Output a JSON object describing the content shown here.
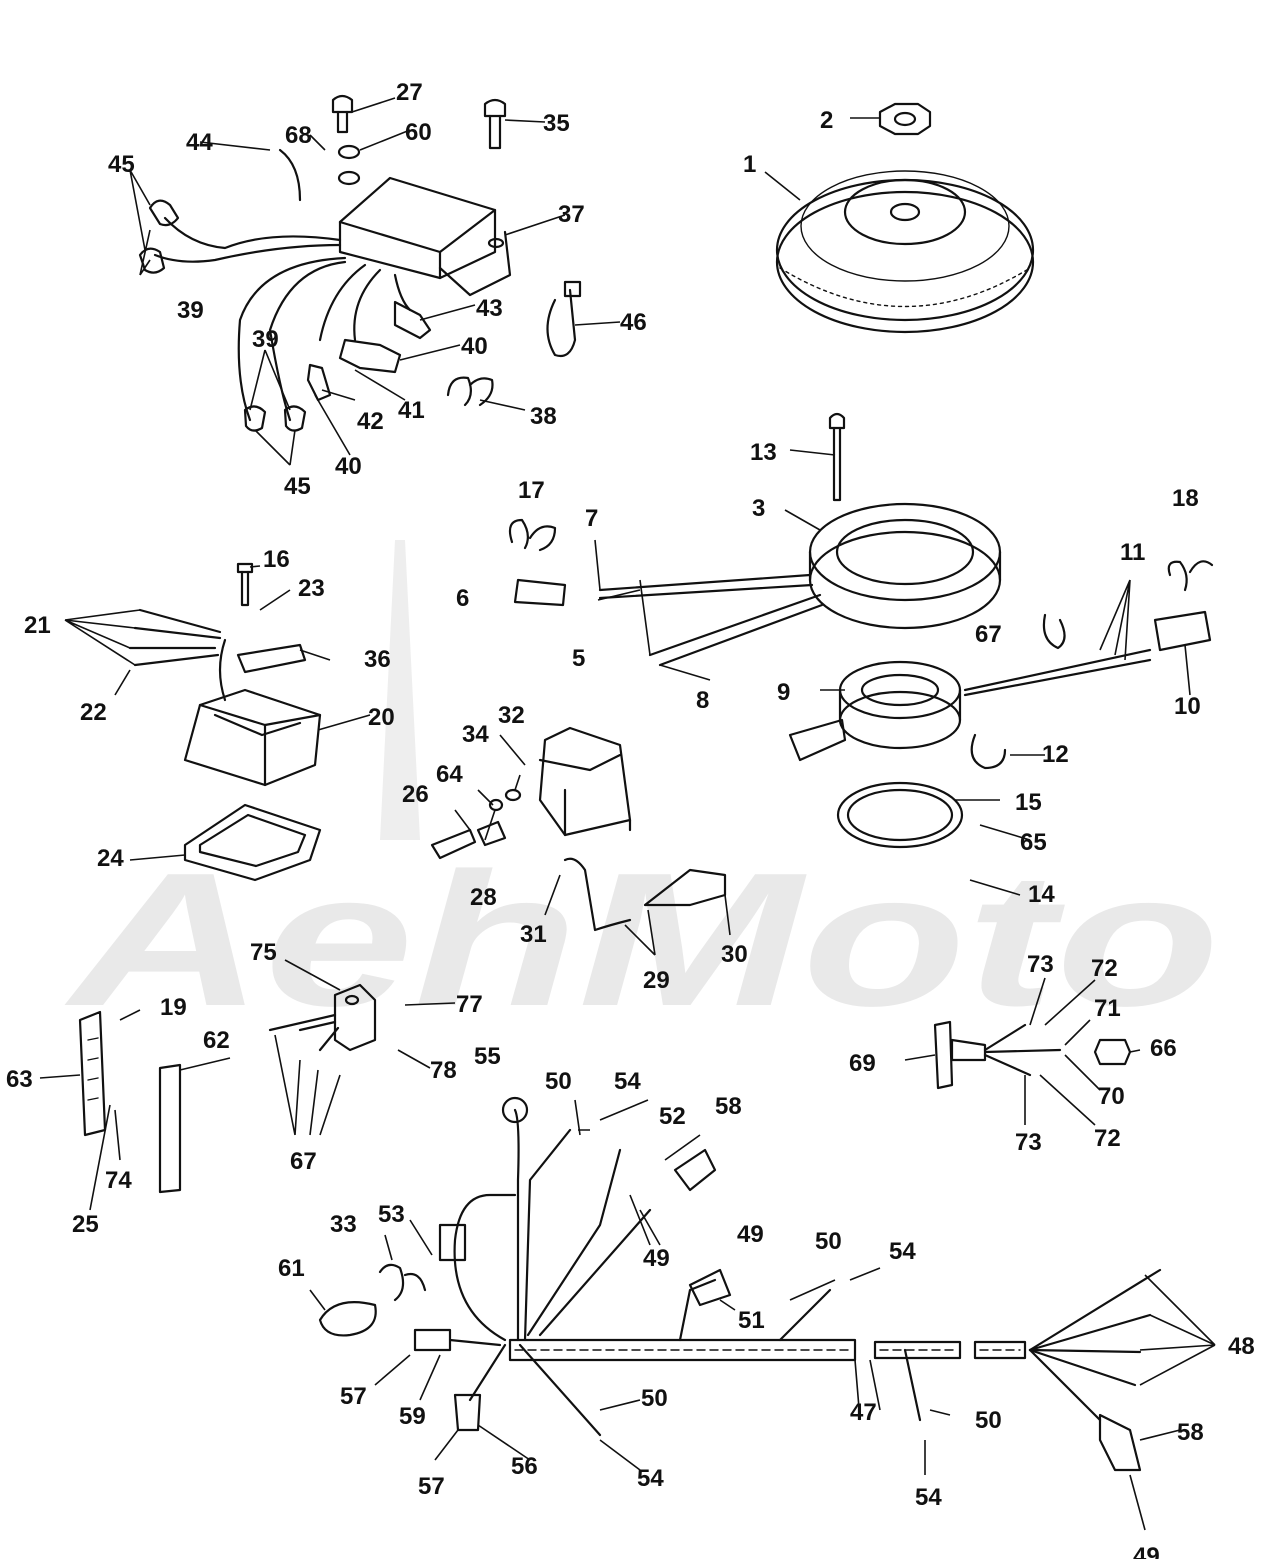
{
  "watermark": "AehMoto",
  "callouts": [
    {
      "id": "c1",
      "text": "1"
    },
    {
      "id": "c2",
      "text": "2"
    },
    {
      "id": "c3",
      "text": "3"
    },
    {
      "id": "c5",
      "text": "5"
    },
    {
      "id": "c6",
      "text": "6"
    },
    {
      "id": "c7",
      "text": "7"
    },
    {
      "id": "c8",
      "text": "8"
    },
    {
      "id": "c9",
      "text": "9"
    },
    {
      "id": "c10",
      "text": "10"
    },
    {
      "id": "c11",
      "text": "11"
    },
    {
      "id": "c12",
      "text": "12"
    },
    {
      "id": "c13",
      "text": "13"
    },
    {
      "id": "c14",
      "text": "14"
    },
    {
      "id": "c15",
      "text": "15"
    },
    {
      "id": "c16",
      "text": "16"
    },
    {
      "id": "c17",
      "text": "17"
    },
    {
      "id": "c18",
      "text": "18"
    },
    {
      "id": "c19",
      "text": "19"
    },
    {
      "id": "c20",
      "text": "20"
    },
    {
      "id": "c21",
      "text": "21"
    },
    {
      "id": "c22",
      "text": "22"
    },
    {
      "id": "c23",
      "text": "23"
    },
    {
      "id": "c24",
      "text": "24"
    },
    {
      "id": "c25",
      "text": "25"
    },
    {
      "id": "c26",
      "text": "26"
    },
    {
      "id": "c27",
      "text": "27"
    },
    {
      "id": "c28",
      "text": "28"
    },
    {
      "id": "c29",
      "text": "29"
    },
    {
      "id": "c30",
      "text": "30"
    },
    {
      "id": "c31",
      "text": "31"
    },
    {
      "id": "c32",
      "text": "32"
    },
    {
      "id": "c33",
      "text": "33"
    },
    {
      "id": "c34",
      "text": "34"
    },
    {
      "id": "c35",
      "text": "35"
    },
    {
      "id": "c36",
      "text": "36"
    },
    {
      "id": "c37",
      "text": "37"
    },
    {
      "id": "c38",
      "text": "38"
    },
    {
      "id": "c39a",
      "text": "39"
    },
    {
      "id": "c39b",
      "text": "39"
    },
    {
      "id": "c40a",
      "text": "40"
    },
    {
      "id": "c40b",
      "text": "40"
    },
    {
      "id": "c41",
      "text": "41"
    },
    {
      "id": "c42",
      "text": "42"
    },
    {
      "id": "c43",
      "text": "43"
    },
    {
      "id": "c44",
      "text": "44"
    },
    {
      "id": "c45a",
      "text": "45"
    },
    {
      "id": "c45b",
      "text": "45"
    },
    {
      "id": "c46",
      "text": "46"
    },
    {
      "id": "c47",
      "text": "47"
    },
    {
      "id": "c48",
      "text": "48"
    },
    {
      "id": "c49a",
      "text": "49"
    },
    {
      "id": "c49b",
      "text": "49"
    },
    {
      "id": "c49c",
      "text": "49"
    },
    {
      "id": "c50a",
      "text": "50"
    },
    {
      "id": "c50b",
      "text": "50"
    },
    {
      "id": "c50c",
      "text": "50"
    },
    {
      "id": "c50d",
      "text": "50"
    },
    {
      "id": "c51",
      "text": "51"
    },
    {
      "id": "c52",
      "text": "52"
    },
    {
      "id": "c53",
      "text": "53"
    },
    {
      "id": "c54a",
      "text": "54"
    },
    {
      "id": "c54b",
      "text": "54"
    },
    {
      "id": "c54c",
      "text": "54"
    },
    {
      "id": "c54d",
      "text": "54"
    },
    {
      "id": "c55",
      "text": "55"
    },
    {
      "id": "c56",
      "text": "56"
    },
    {
      "id": "c57a",
      "text": "57"
    },
    {
      "id": "c57b",
      "text": "57"
    },
    {
      "id": "c58a",
      "text": "58"
    },
    {
      "id": "c58b",
      "text": "58"
    },
    {
      "id": "c59",
      "text": "59"
    },
    {
      "id": "c60",
      "text": "60"
    },
    {
      "id": "c61",
      "text": "61"
    },
    {
      "id": "c62",
      "text": "62"
    },
    {
      "id": "c63",
      "text": "63"
    },
    {
      "id": "c64",
      "text": "64"
    },
    {
      "id": "c65",
      "text": "65"
    },
    {
      "id": "c66",
      "text": "66"
    },
    {
      "id": "c67a",
      "text": "67"
    },
    {
      "id": "c67b",
      "text": "67"
    },
    {
      "id": "c68",
      "text": "68"
    },
    {
      "id": "c69",
      "text": "69"
    },
    {
      "id": "c70",
      "text": "70"
    },
    {
      "id": "c71",
      "text": "71"
    },
    {
      "id": "c72a",
      "text": "72"
    },
    {
      "id": "c72b",
      "text": "72"
    },
    {
      "id": "c73a",
      "text": "73"
    },
    {
      "id": "c73b",
      "text": "73"
    },
    {
      "id": "c74",
      "text": "74"
    },
    {
      "id": "c75",
      "text": "75"
    },
    {
      "id": "c77",
      "text": "77"
    },
    {
      "id": "c78",
      "text": "78"
    }
  ]
}
